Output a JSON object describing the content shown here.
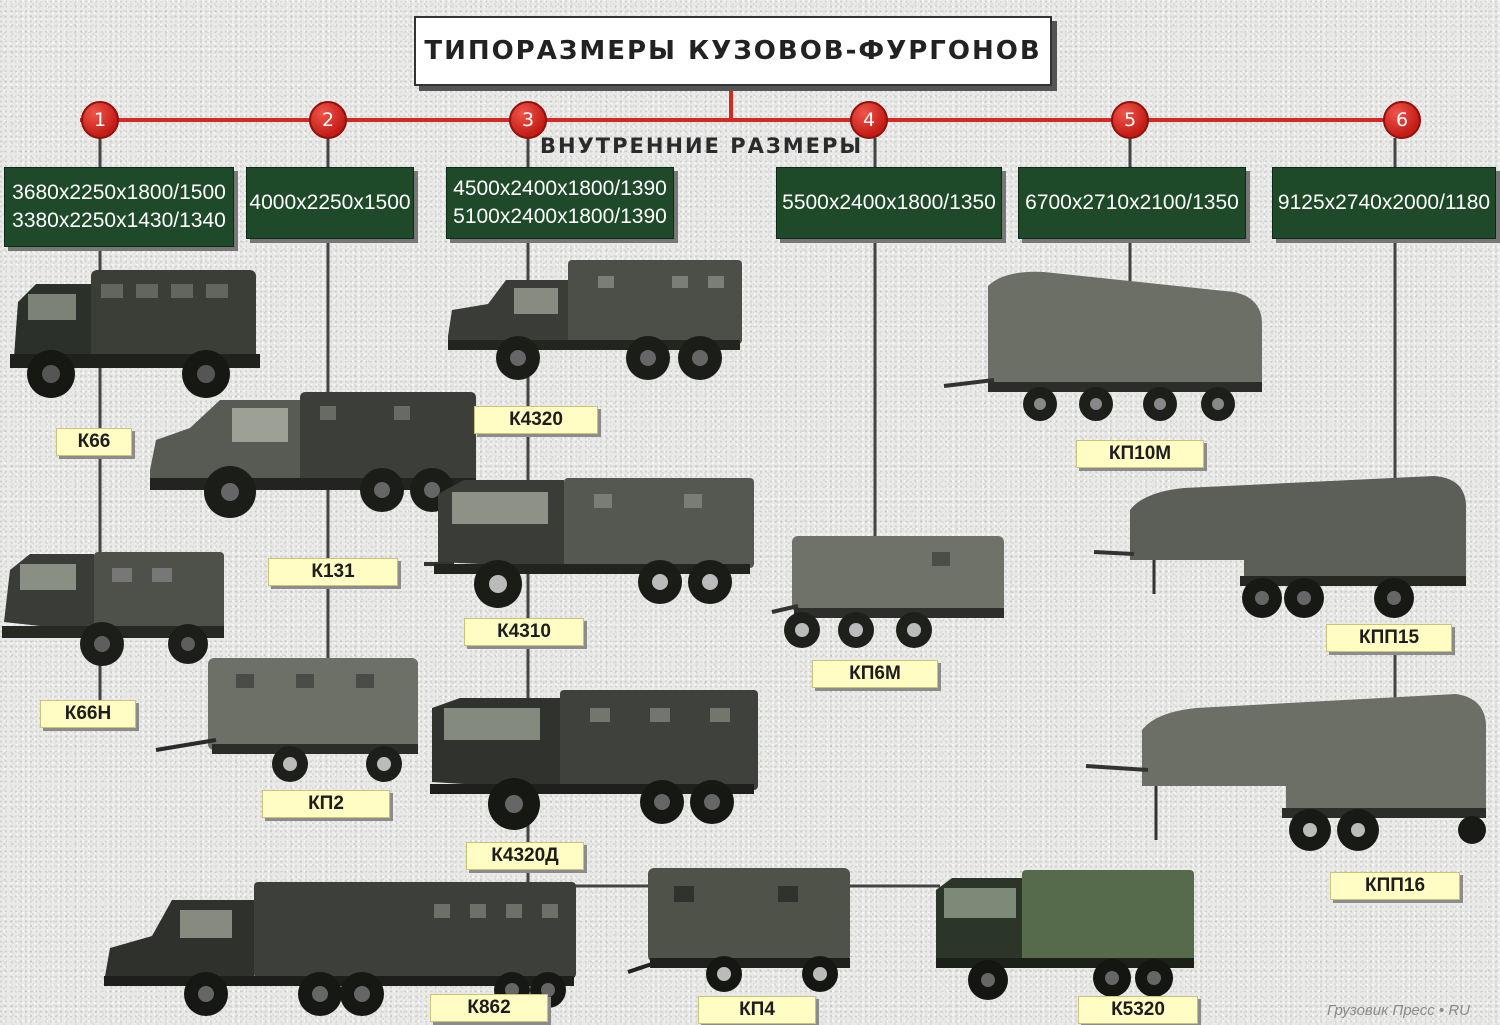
{
  "title": "ТИПОРАЗМЕРЫ КУЗОВОВ-ФУРГОНОВ",
  "subtitle": "ВНУТРЕННИЕ РАЗМЕРЫ",
  "colors": {
    "connector": "#d22a22",
    "dimension_box": "#1f4a2a",
    "vehicle_label": "#fffcc4",
    "branch_line": "#444444"
  },
  "groups": [
    {
      "number": "1",
      "dimensions": [
        "3680x2250x1800/1500",
        "3380x2250x1430/1340"
      ]
    },
    {
      "number": "2",
      "dimensions": [
        "4000x2250x1500"
      ]
    },
    {
      "number": "3",
      "dimensions": [
        "4500x2400x1800/1390",
        "5100x2400x1800/1390"
      ]
    },
    {
      "number": "4",
      "dimensions": [
        "5500x2400x1800/1350"
      ]
    },
    {
      "number": "5",
      "dimensions": [
        "6700x2710x2100/1350"
      ]
    },
    {
      "number": "6",
      "dimensions": [
        "9125x2740x2000/1180"
      ]
    }
  ],
  "vehicles": [
    {
      "label": "К66",
      "kind": "truck"
    },
    {
      "label": "К66Н",
      "kind": "truck"
    },
    {
      "label": "К131",
      "kind": "truck"
    },
    {
      "label": "КП2",
      "kind": "trailer"
    },
    {
      "label": "К4320",
      "kind": "truck"
    },
    {
      "label": "К4310",
      "kind": "truck"
    },
    {
      "label": "К4320Д",
      "kind": "truck"
    },
    {
      "label": "К862",
      "kind": "semitrailer"
    },
    {
      "label": "КП4",
      "kind": "trailer"
    },
    {
      "label": "К5320",
      "kind": "truck"
    },
    {
      "label": "КП6М",
      "kind": "trailer"
    },
    {
      "label": "КП10М",
      "kind": "trailer"
    },
    {
      "label": "КПП15",
      "kind": "semitrailer"
    },
    {
      "label": "КПП16",
      "kind": "semitrailer"
    }
  ],
  "watermark": "Грузовик Пресс • RU"
}
